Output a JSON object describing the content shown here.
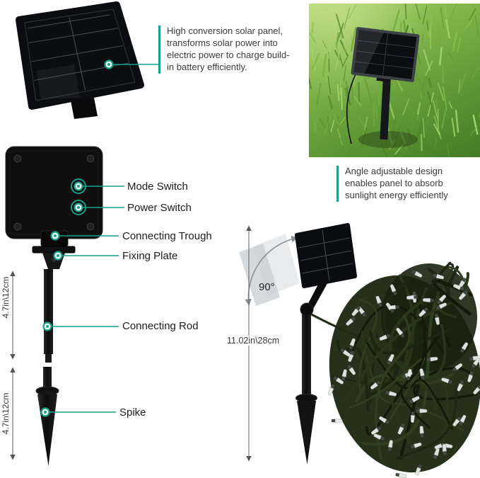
{
  "colors": {
    "accent": "#13a289",
    "label_text": "#1d1d1f",
    "annotation_text": "#3c3c3c",
    "dimension_text": "#3a3a3a"
  },
  "annotations": {
    "solar_panel": "High conversion solar panel, transforms solar power into electric power to charge build-in battery efficiently.",
    "angle_adjust": "Angle adjustable design enables panel to absorb sunlight energy efficiently"
  },
  "part_labels": {
    "mode_switch": "Mode Switch",
    "power_switch": "Power Switch",
    "connecting_trough": "Connecting Trough",
    "fixing_plate": "Fixing Plate",
    "connecting_rod": "Connecting Rod",
    "spike": "Spike"
  },
  "dimensions": {
    "rod_length": "4.7in\\12cm",
    "spike_length": "4.7in\\12cm",
    "total_height": "11.02in\\28cm",
    "rotation_angle": "90°"
  },
  "icons": {
    "callout_dot": "teal ring marker",
    "accent_bar": "teal vertical bar",
    "dimension_arrow": "double-headed arrow line"
  }
}
